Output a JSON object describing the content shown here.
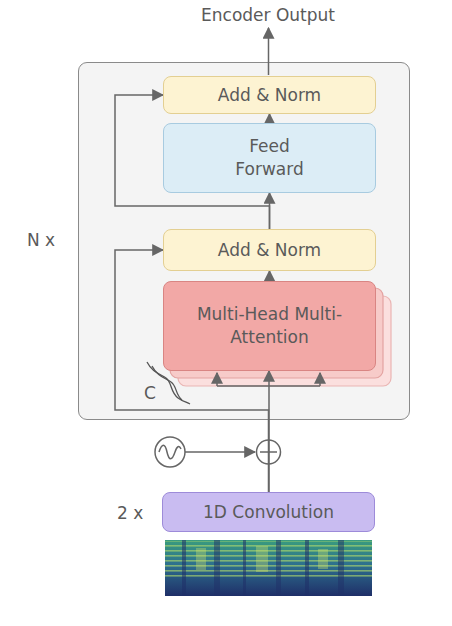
{
  "diagram": {
    "nodes": [
      {
        "text": [
          "N x"
        ]
      },
      {
        "text": [
          "Add & Norm"
        ],
        "in": 0
      },
      {
        "text": [
          "Feed Forward"
        ],
        "in": 0
      },
      {
        "text": [
          "Add & Norm"
        ],
        "in": 0
      },
      {
        "text": [
          "Multi-Head Multi-Attention"
        ],
        "in": 0
      },
      {
        "text": [
          "2 x",
          "1D Convolution"
        ]
      }
    ],
    "edges": [
      {
        "from": 4,
        "to": 3,
        "arrow": "to"
      },
      {
        "from": 3,
        "to": 2,
        "arrow": "to"
      },
      {
        "from": 2,
        "to": 1,
        "arrow": "to"
      },
      {
        "from": 5,
        "to": 4,
        "arrow": "to"
      },
      {
        "from": 5,
        "to": 3,
        "arrow": "to"
      },
      {
        "from": 3,
        "to": 1,
        "arrow": "to"
      }
    ],
    "labels": [
      "Encoder Output",
      "C"
    ]
  }
}
